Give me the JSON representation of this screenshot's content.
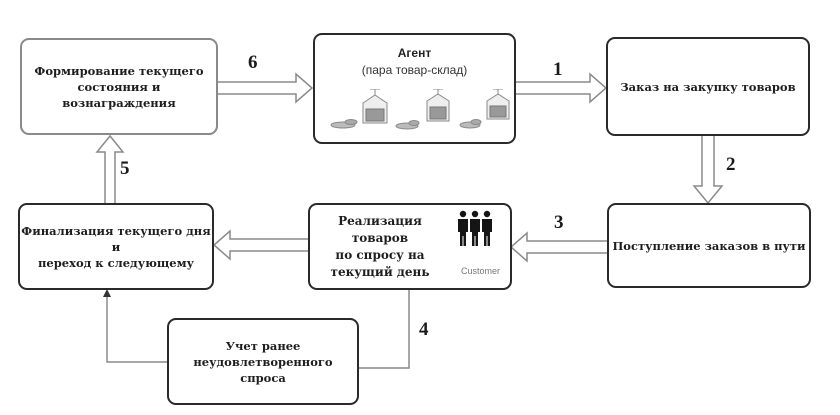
{
  "boxes": {
    "state_reward": "Формирование текущего\nсостояния и вознаграждения",
    "agent_title": "Агент",
    "agent_subtitle": "(пара товар-склад)",
    "purchase_order": "Заказ на закупку товаров",
    "orders_in_transit": "Поступление заказов в пути",
    "sales": "Реализация товаров\nпо спросу на\nтекущий день",
    "customer_label": "Customer",
    "finalize_day": "Финализация текущего дня и\nпереход к следующему",
    "unmet_demand": "Учет ранее\nнеудовлетворенного спроса"
  },
  "arrows": {
    "step1": "1",
    "step2": "2",
    "step3": "3",
    "step4": "4",
    "step5": "5",
    "step6": "6"
  },
  "icons": {
    "agent_icons": [
      "warehouse-goods-icon",
      "warehouse-goods-icon",
      "warehouse-goods-icon"
    ],
    "customer_icon": "people-group-icon"
  }
}
